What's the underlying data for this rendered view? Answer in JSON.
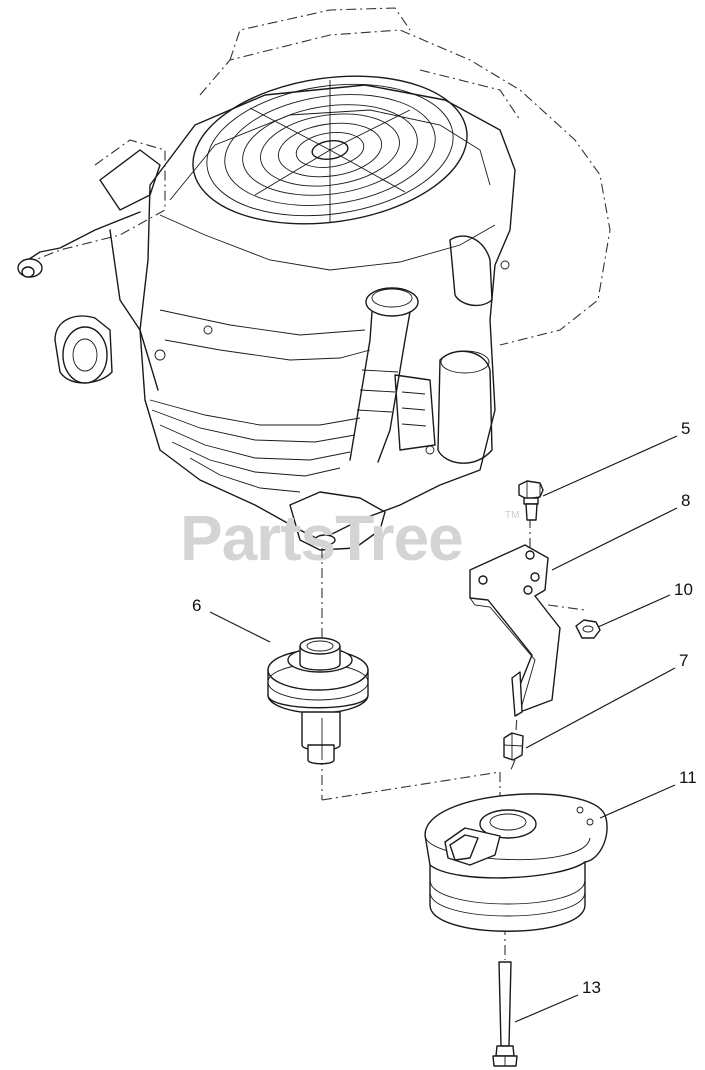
{
  "watermark": {
    "text": "PartsTree",
    "trademark": "TM"
  },
  "callouts": [
    {
      "id": "5",
      "label": "5"
    },
    {
      "id": "8",
      "label": "8"
    },
    {
      "id": "10",
      "label": "10"
    },
    {
      "id": "6",
      "label": "6"
    },
    {
      "id": "7",
      "label": "7"
    },
    {
      "id": "11",
      "label": "11"
    },
    {
      "id": "13",
      "label": "13"
    }
  ],
  "parts": [
    {
      "id": "engine",
      "icon": "engine-icon"
    },
    {
      "id": "5",
      "icon": "bolt-icon"
    },
    {
      "id": "8",
      "icon": "bracket-icon"
    },
    {
      "id": "10",
      "icon": "nut-icon"
    },
    {
      "id": "6",
      "icon": "pulley-icon"
    },
    {
      "id": "7",
      "icon": "spacer-icon"
    },
    {
      "id": "11",
      "icon": "pto-clutch-icon"
    },
    {
      "id": "13",
      "icon": "long-bolt-icon"
    }
  ]
}
